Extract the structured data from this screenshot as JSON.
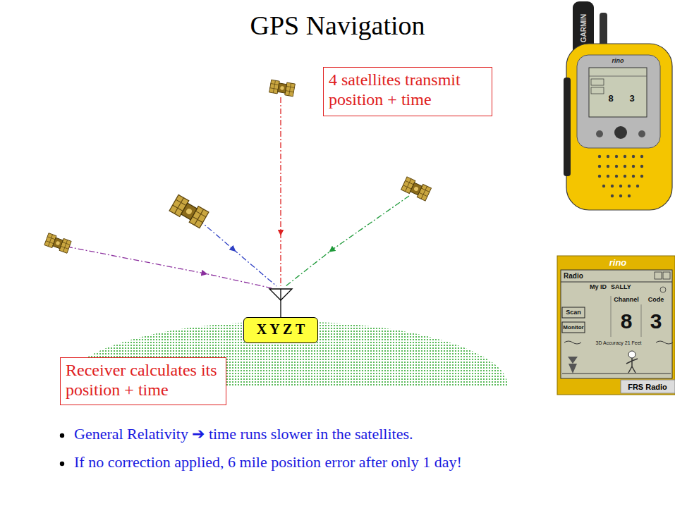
{
  "diagram": {
    "title": "GPS Navigation",
    "nodes": [
      {
        "text": [
          "4 satellites transmit position + time"
        ]
      },
      {
        "text": [
          "X Y Z T"
        ]
      },
      {
        "text": [
          "Receiver calculates its position + time"
        ]
      }
    ],
    "labels": [
      "General Relativity ➔ time runs slower in the satellites.",
      "If no correction applied, 6 mile position error after only 1 day!",
      "GARMIN",
      "rino",
      "8",
      "3",
      "rino",
      "Radio",
      "My ID",
      "SALLY",
      "Channel",
      "Code",
      "8",
      "3",
      "Scan",
      "Monitor",
      "3D Accuracy 21 Feet",
      "FRS Radio"
    ]
  }
}
